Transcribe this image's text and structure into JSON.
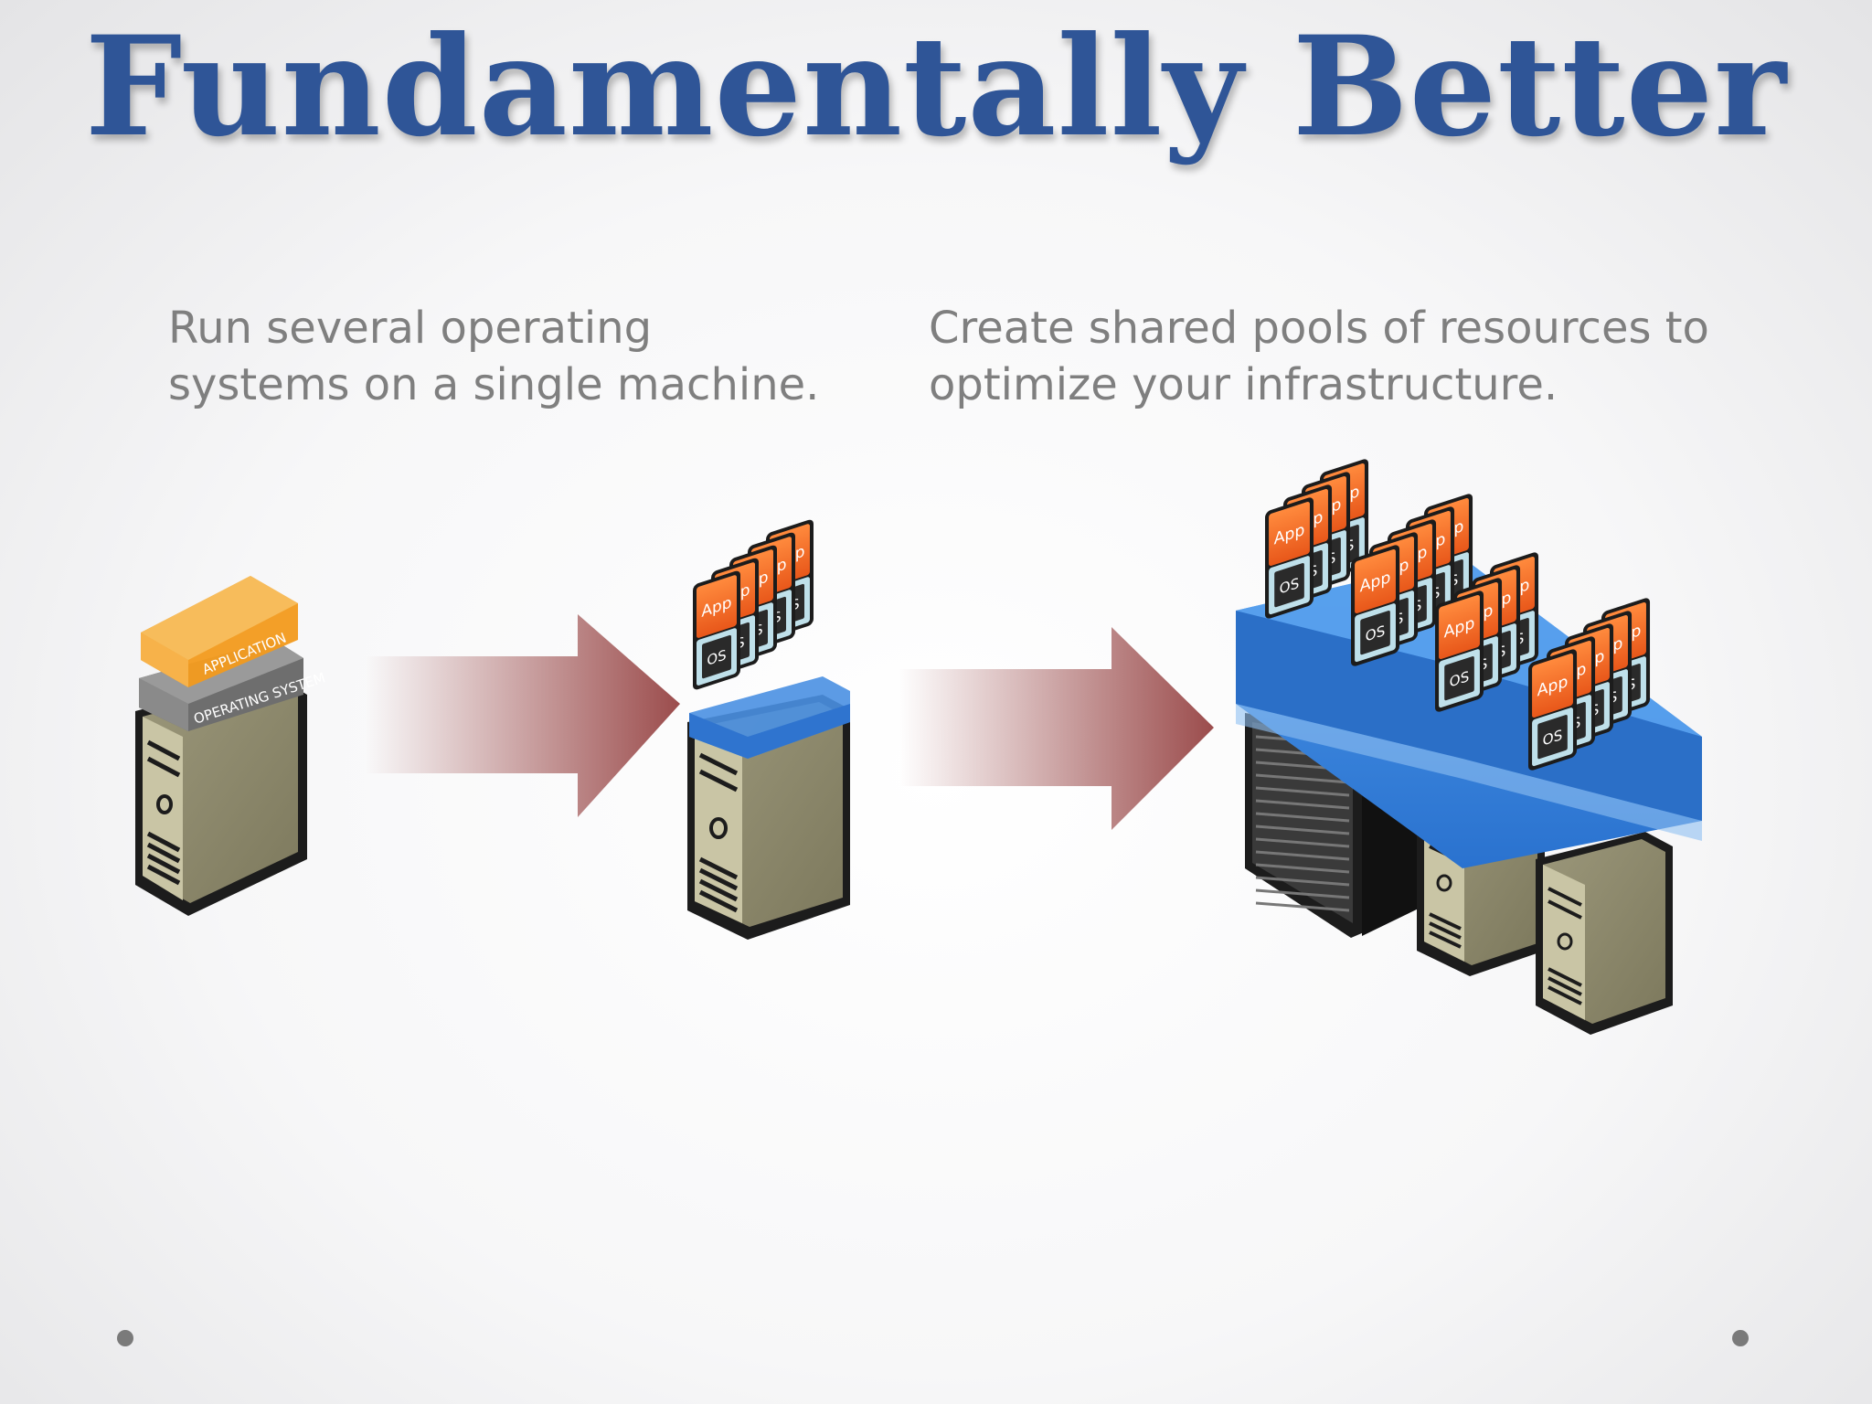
{
  "slide": {
    "title": "Fundamentally Better",
    "caption_left": "Run several operating\nsystems on a single machine.",
    "caption_right": "Create shared pools of resources to\noptimize your infrastructure."
  },
  "illustration": {
    "layer_labels": {
      "application": "APPLICATION",
      "operating_system": "OPERATING SYSTEM"
    },
    "vm_labels": {
      "app": "App",
      "os": "OS"
    },
    "colors": {
      "title": "#2f5597",
      "caption": "#7f7f7f",
      "arrow": "#9b4c4c",
      "vm_app": "#f26b22",
      "vm_os": "#2a2a2a",
      "hypervisor": "#2f7fd9",
      "server_body": "#8e8a6a"
    }
  }
}
